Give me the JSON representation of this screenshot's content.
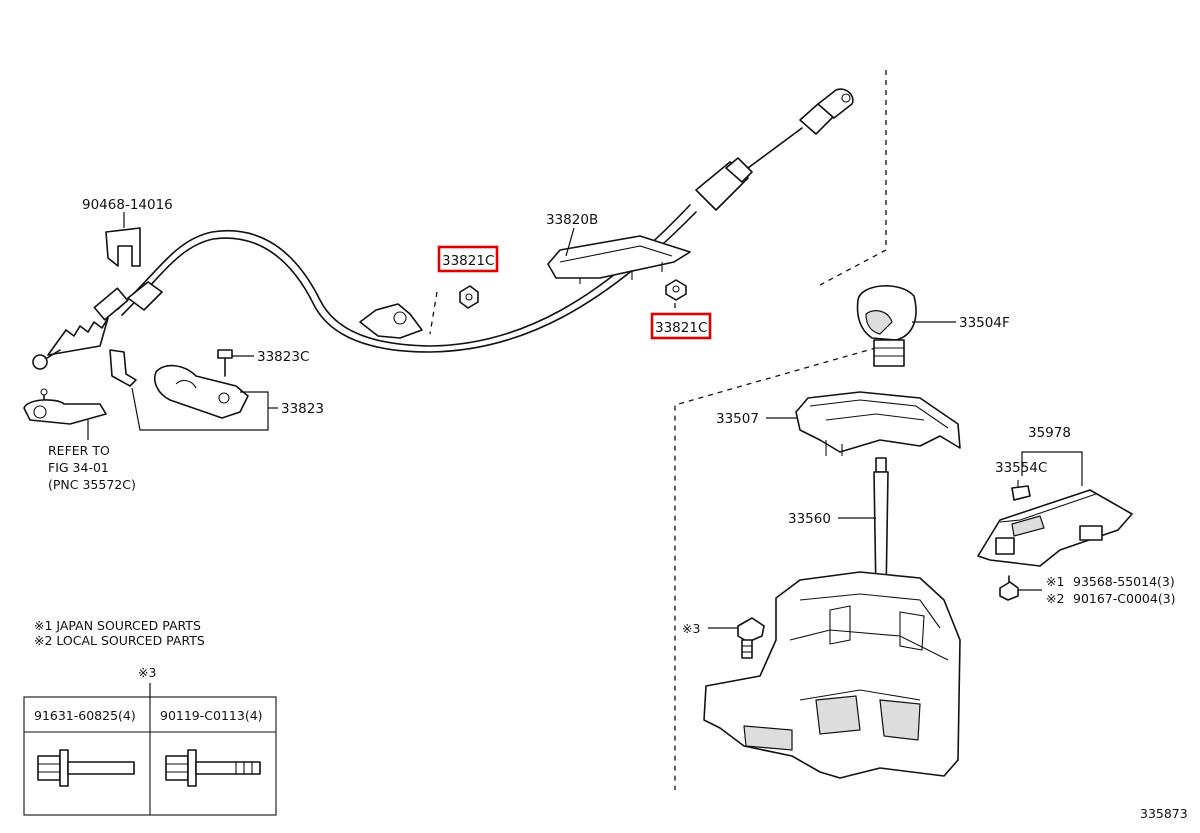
{
  "labels": {
    "p90468": "90468-14016",
    "p33820b": "33820B",
    "p33821c_a": "33821C",
    "p33821c_b": "33821C",
    "p33823c": "33823C",
    "p33823": "33823",
    "p33504f": "33504F",
    "p33507": "33507",
    "p35978": "35978",
    "p33554c": "33554C",
    "p33560": "33560",
    "p93568": "93568-55014(3)",
    "p90167": "90167-C0004(3)",
    "mark1": "※1",
    "mark2": "※2",
    "mark3": "※3",
    "diagram_id": "335873"
  },
  "refer": {
    "line1": "REFER TO",
    "line2": "FIG 34-01",
    "line3": "(PNC 35572C)"
  },
  "legend": {
    "japan": "※1  JAPAN SOURCED PARTS",
    "local": "※2  LOCAL SOURCED PARTS"
  },
  "table": {
    "title": "※3",
    "col1": "91631-60825(4)",
    "col2": "90119-C0113(4)"
  },
  "highlight_color": "#e00000"
}
